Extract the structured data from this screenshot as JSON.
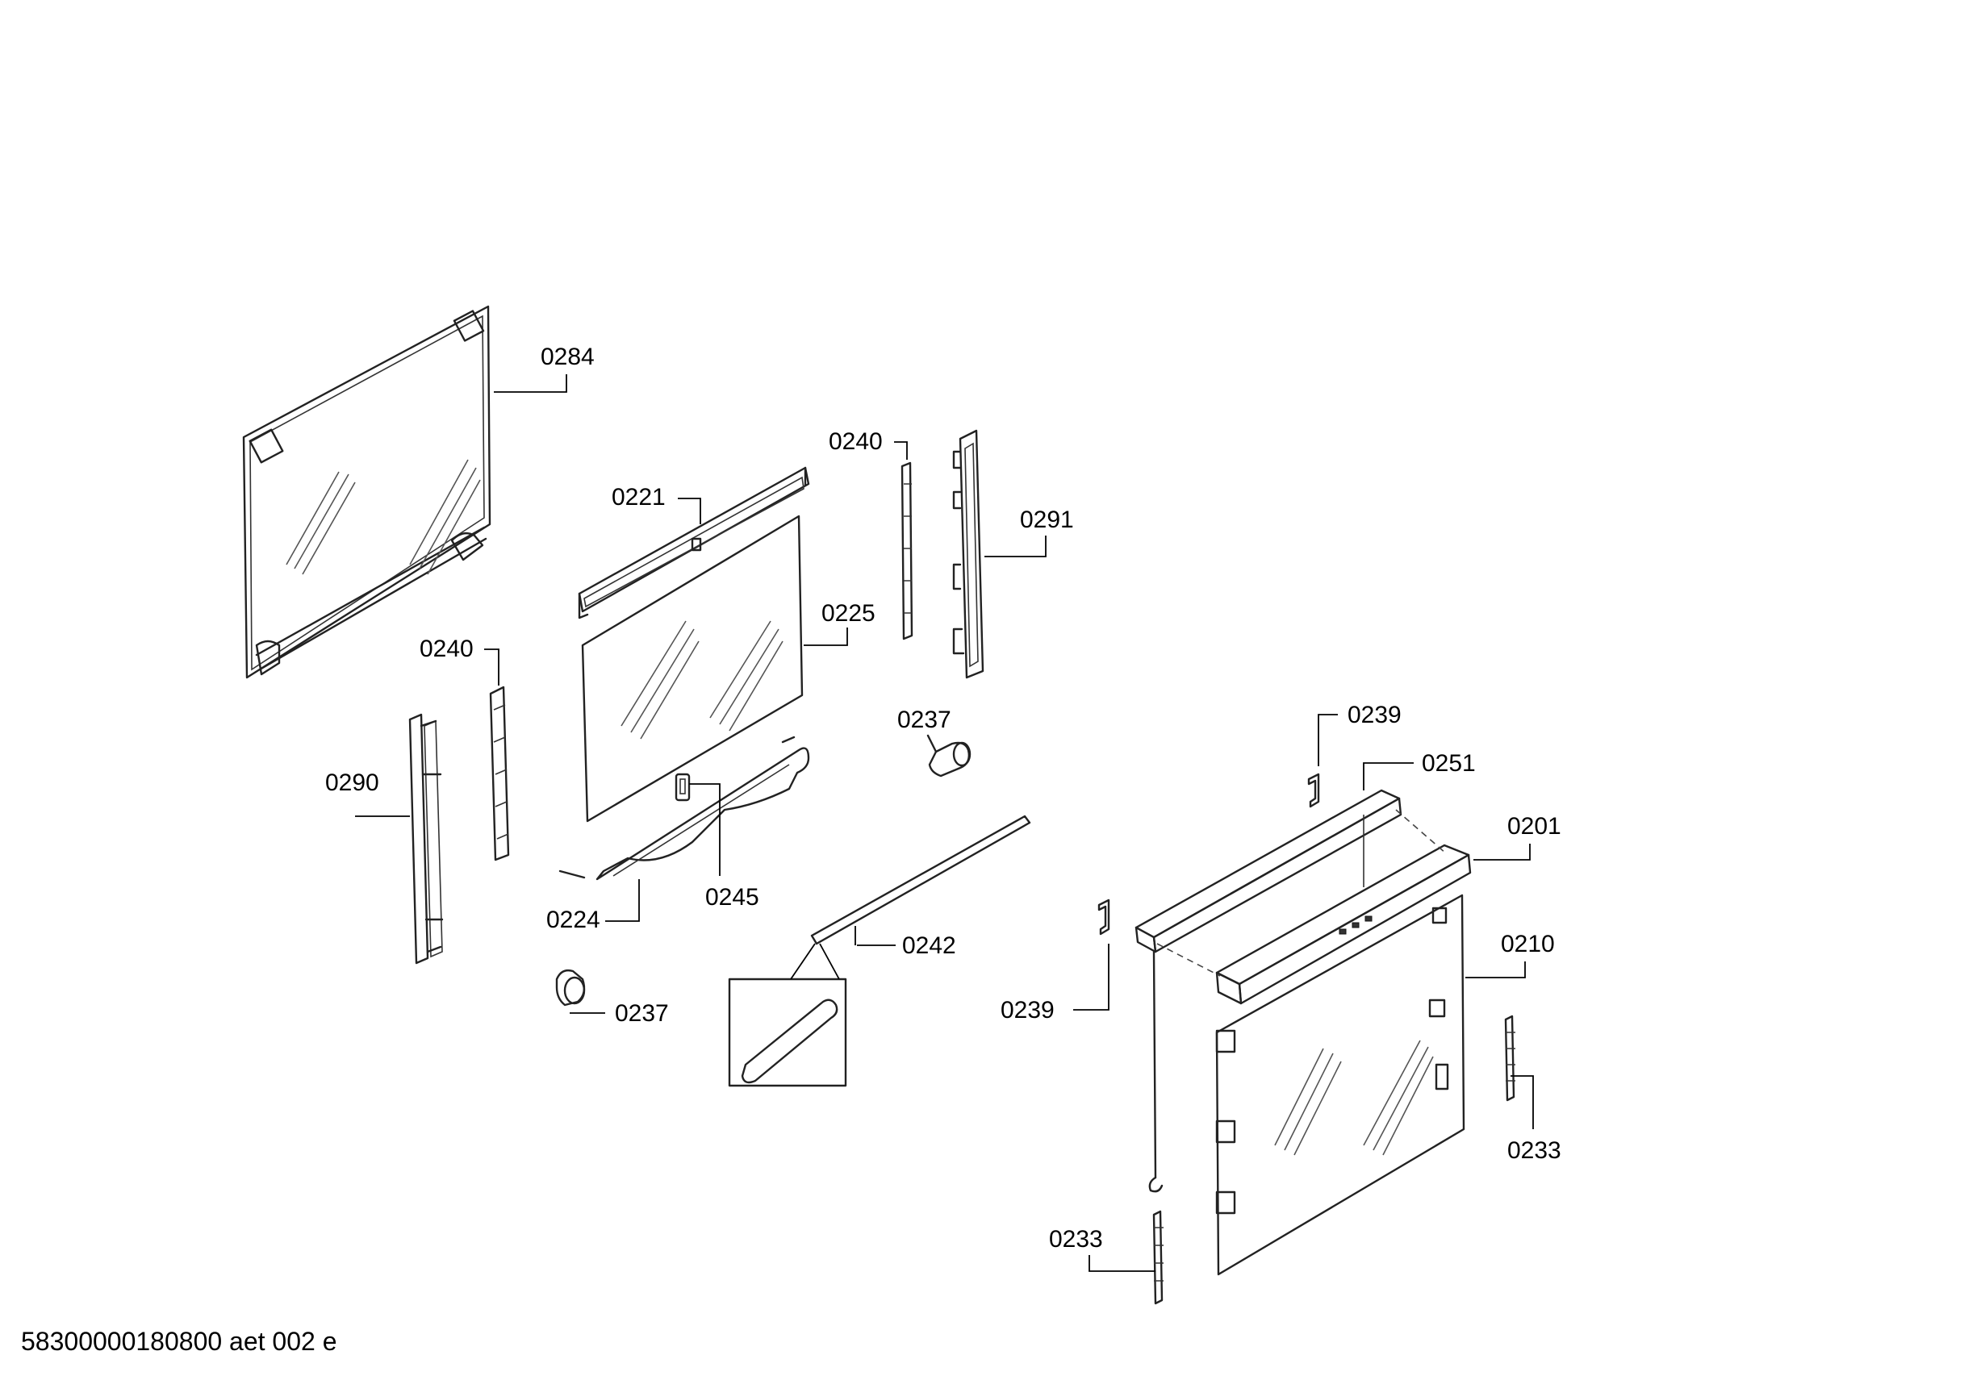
{
  "diagram": {
    "labels": {
      "l0284": "0284",
      "l0221": "0221",
      "l0240a": "0240",
      "l0291": "0291",
      "l0225": "0225",
      "l0240b": "0240",
      "l0290": "0290",
      "l0237a": "0237",
      "l0245": "0245",
      "l0224": "0224",
      "l0237b": "0237",
      "l0242": "0242",
      "l0239a": "0239",
      "l0251": "0251",
      "l0201": "0201",
      "l0210": "0210",
      "l0239b": "0239",
      "l0233a": "0233",
      "l0233b": "0233"
    },
    "document_code": "58300000180800 aet 002 e"
  }
}
